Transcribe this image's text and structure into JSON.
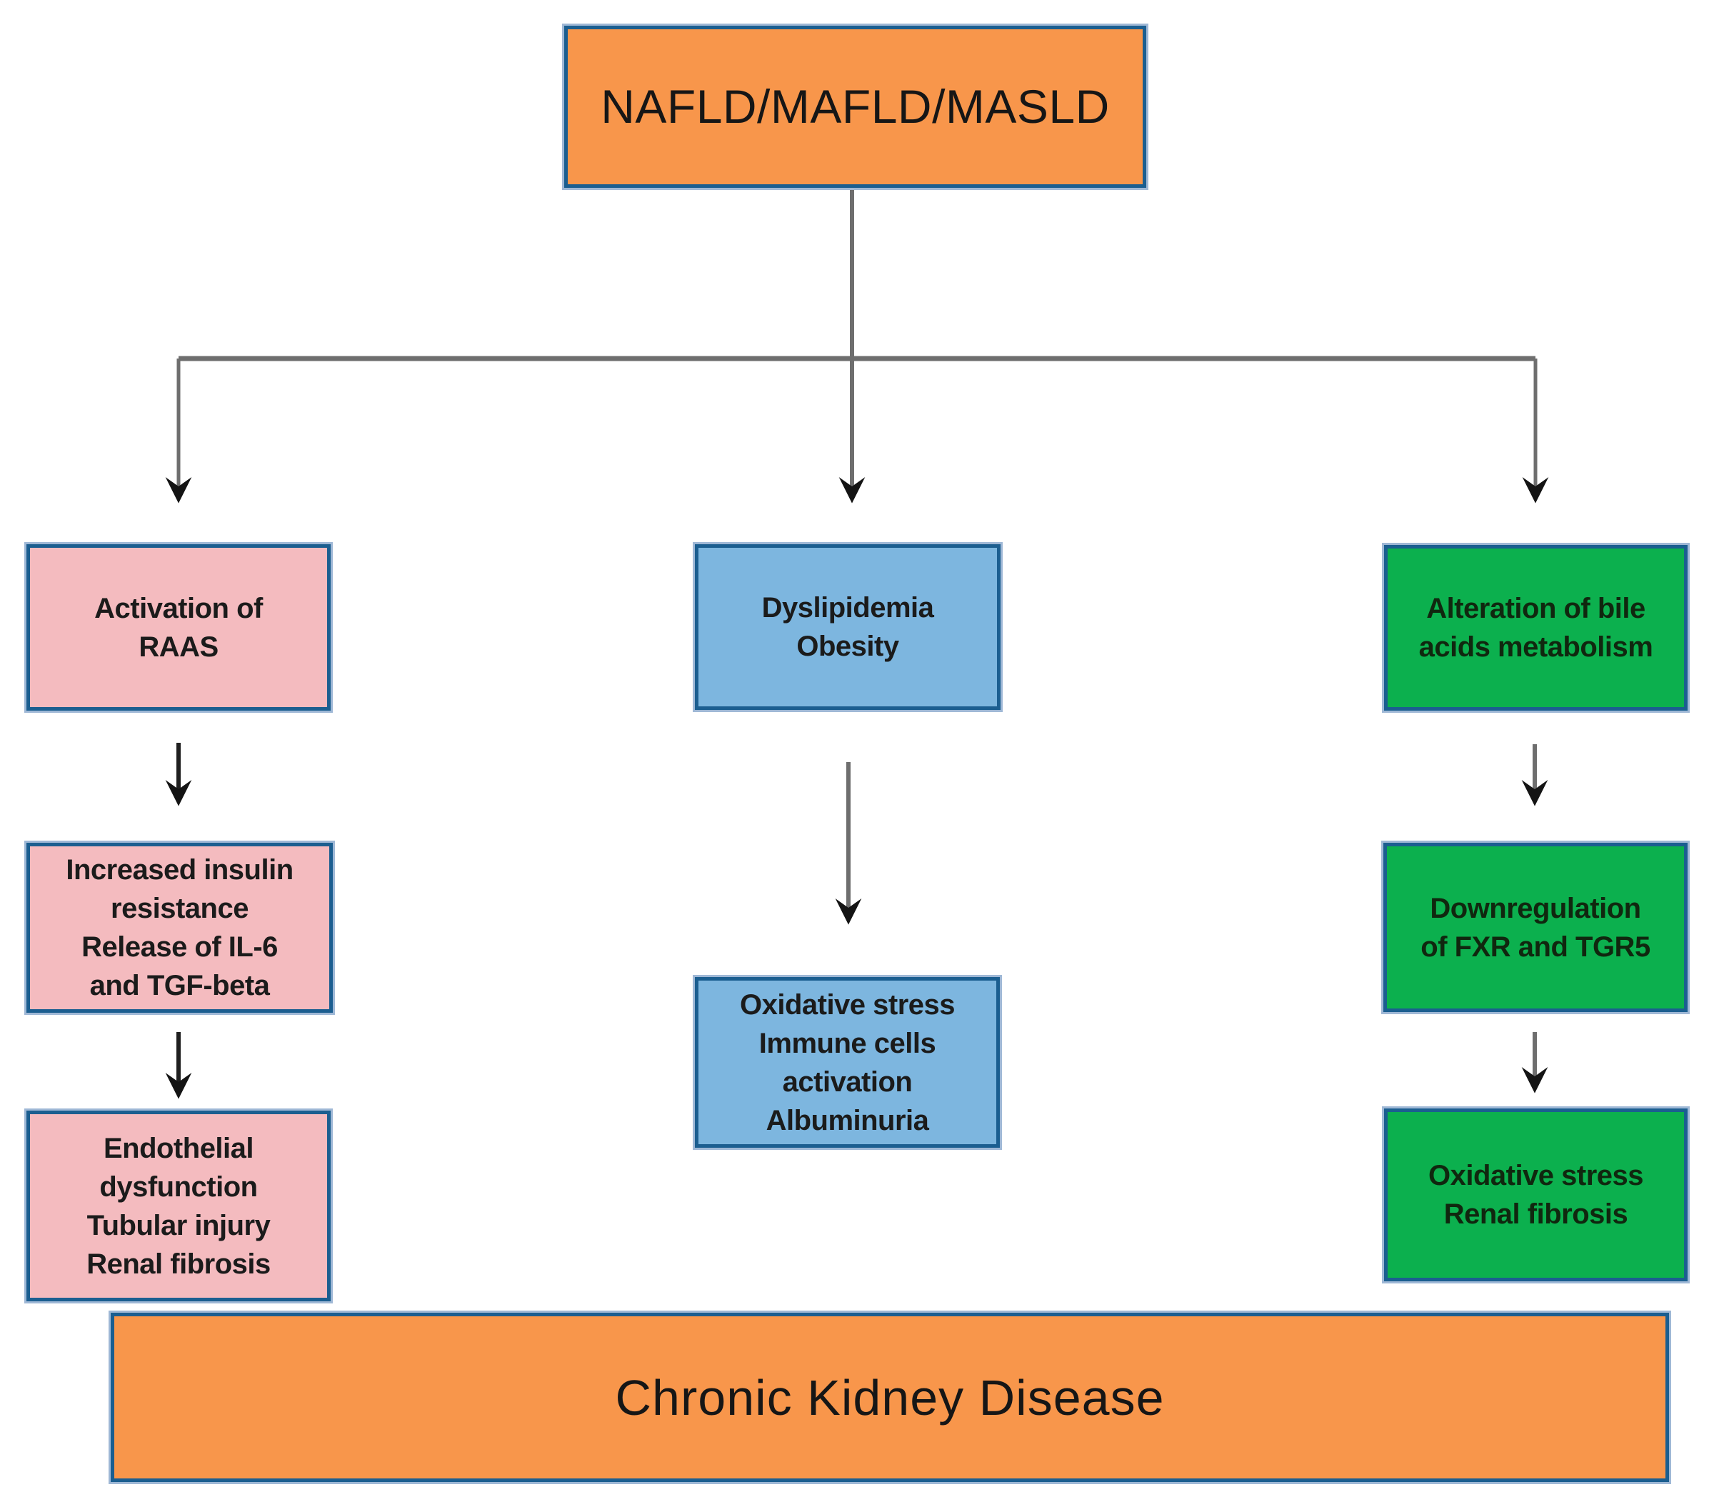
{
  "nodes": {
    "root": {
      "text": "NAFLD/MAFLD/MASLD"
    },
    "raas": {
      "text": "Activation of\nRAAS"
    },
    "insulin": {
      "text": "Increased insulin\nresistance\nRelease of IL-6\nand TGF-beta"
    },
    "endothelial": {
      "text": "Endothelial\ndysfunction\nTubular injury\nRenal fibrosis"
    },
    "dyslipidemia": {
      "text": "Dyslipidemia\nObesity"
    },
    "oxidative_immune": {
      "text": "Oxidative stress\nImmune cells\nactivation\nAlbuminuria"
    },
    "bile_acids": {
      "text": "Alteration of bile\nacids metabolism"
    },
    "fxr_tgr5": {
      "text": "Downregulation\nof FXR and TGR5"
    },
    "oxidative_renal": {
      "text": "Oxidative stress\nRenal fibrosis"
    },
    "outcome": {
      "text": "Chronic Kidney Disease"
    }
  },
  "edges": [
    {
      "from": "root",
      "to": "raas"
    },
    {
      "from": "root",
      "to": "dyslipidemia"
    },
    {
      "from": "root",
      "to": "bile_acids"
    },
    {
      "from": "raas",
      "to": "insulin"
    },
    {
      "from": "insulin",
      "to": "endothelial"
    },
    {
      "from": "dyslipidemia",
      "to": "oxidative_immune"
    },
    {
      "from": "bile_acids",
      "to": "fxr_tgr5"
    },
    {
      "from": "fxr_tgr5",
      "to": "oxidative_renal"
    },
    {
      "from": "endothelial",
      "to": "outcome"
    },
    {
      "from": "oxidative_immune",
      "to": "outcome"
    },
    {
      "from": "oxidative_renal",
      "to": "outcome"
    }
  ],
  "colors": {
    "orange": "#F8964B",
    "pink": "#F4BBBF",
    "blue": "#7DB6DF",
    "green": "#0CB04E",
    "border": "#1B5E90",
    "halo": "#9FB8D6",
    "lineGray": "#6E6E6E",
    "lineBlack": "#1F1F1F",
    "arrowhead": "#141414"
  }
}
